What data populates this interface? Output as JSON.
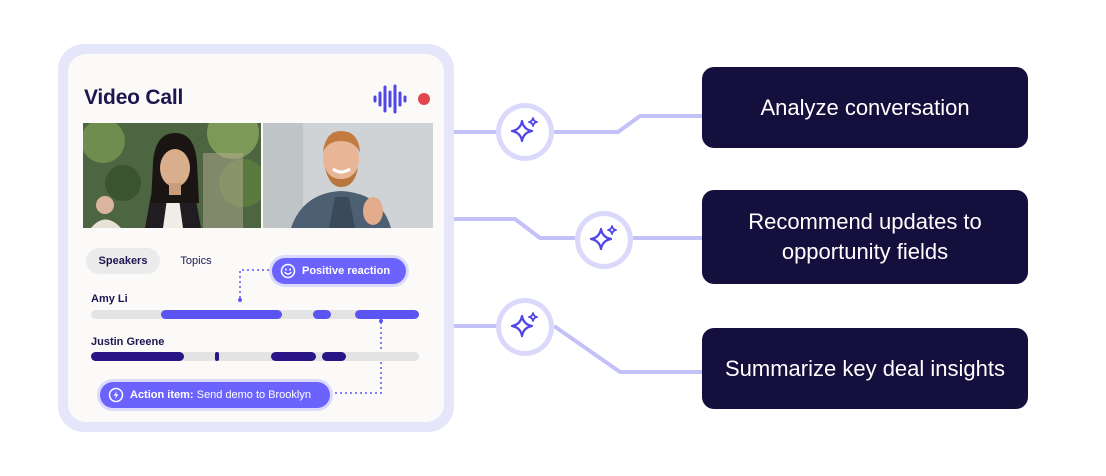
{
  "card": {
    "title": "Video Call",
    "tabs": [
      {
        "label": "Speakers",
        "selected": true
      },
      {
        "label": "Topics",
        "selected": false
      }
    ],
    "reaction_pill": {
      "label": "Positive reaction"
    },
    "action_pill": {
      "label": "Action item:",
      "detail": "Send demo to Brooklyn"
    },
    "speakers": [
      {
        "name": "Amy Li"
      },
      {
        "name": "Justin Greene"
      }
    ]
  },
  "features": [
    {
      "label": "Analyze conversation"
    },
    {
      "label": "Recommend updates to opportunity fields"
    },
    {
      "label": "Summarize key deal insights"
    }
  ],
  "colors": {
    "accent": "#6c63ff",
    "accent_dark": "#2a1587",
    "feature_box": "#150f3d",
    "recording": "#e0474c",
    "connector": "#c4c1f9"
  },
  "icons": [
    "waveform-icon",
    "recording-dot-icon",
    "smile-icon",
    "lightning-icon",
    "sparkle-icon"
  ]
}
